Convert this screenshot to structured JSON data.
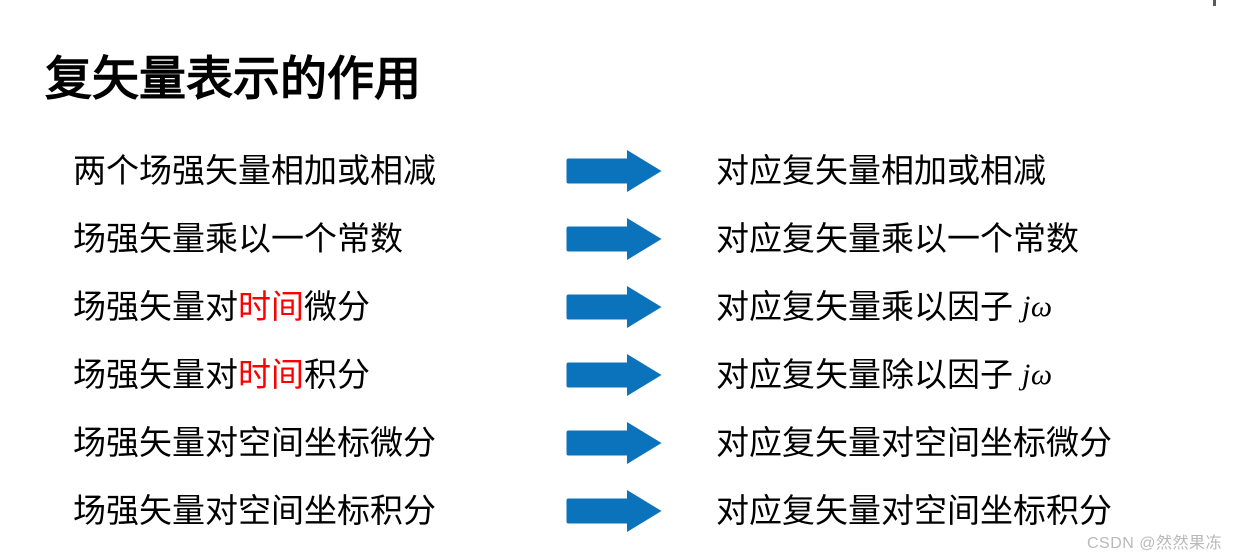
{
  "slide": {
    "title": "复矢量表示的作用",
    "background_color": "#ffffff",
    "text_color": "#000000",
    "highlight_color": "#ff0000",
    "arrow_color": "#0b72bc"
  },
  "rows": [
    {
      "left_prefix": "两个场强矢量相加或相减",
      "left_highlight": "",
      "left_suffix": "",
      "arrow": "right-block-arrow-icon",
      "right_text": "对应复矢量相加或相减",
      "right_math": ""
    },
    {
      "left_prefix": "场强矢量乘以一个常数",
      "left_highlight": "",
      "left_suffix": "",
      "arrow": "right-block-arrow-icon",
      "right_text": "对应复矢量乘以一个常数",
      "right_math": ""
    },
    {
      "left_prefix": "场强矢量对",
      "left_highlight": "时间",
      "left_suffix": "微分",
      "arrow": "right-block-arrow-icon",
      "right_text": "对应复矢量乘以因子",
      "right_math": "jω"
    },
    {
      "left_prefix": "场强矢量对",
      "left_highlight": "时间",
      "left_suffix": "积分",
      "arrow": "right-block-arrow-icon",
      "right_text": "对应复矢量除以因子",
      "right_math": "jω"
    },
    {
      "left_prefix": "场强矢量对空间坐标微分",
      "left_highlight": "",
      "left_suffix": "",
      "arrow": "right-block-arrow-icon",
      "right_text": "对应复矢量对空间坐标微分",
      "right_math": ""
    },
    {
      "left_prefix": "场强矢量对空间坐标积分",
      "left_highlight": "",
      "left_suffix": "",
      "arrow": "right-block-arrow-icon",
      "right_text": "对应复矢量对空间坐标积分",
      "right_math": ""
    }
  ],
  "watermark": {
    "text": "CSDN @然然果冻",
    "color": "#b9b9b9"
  }
}
